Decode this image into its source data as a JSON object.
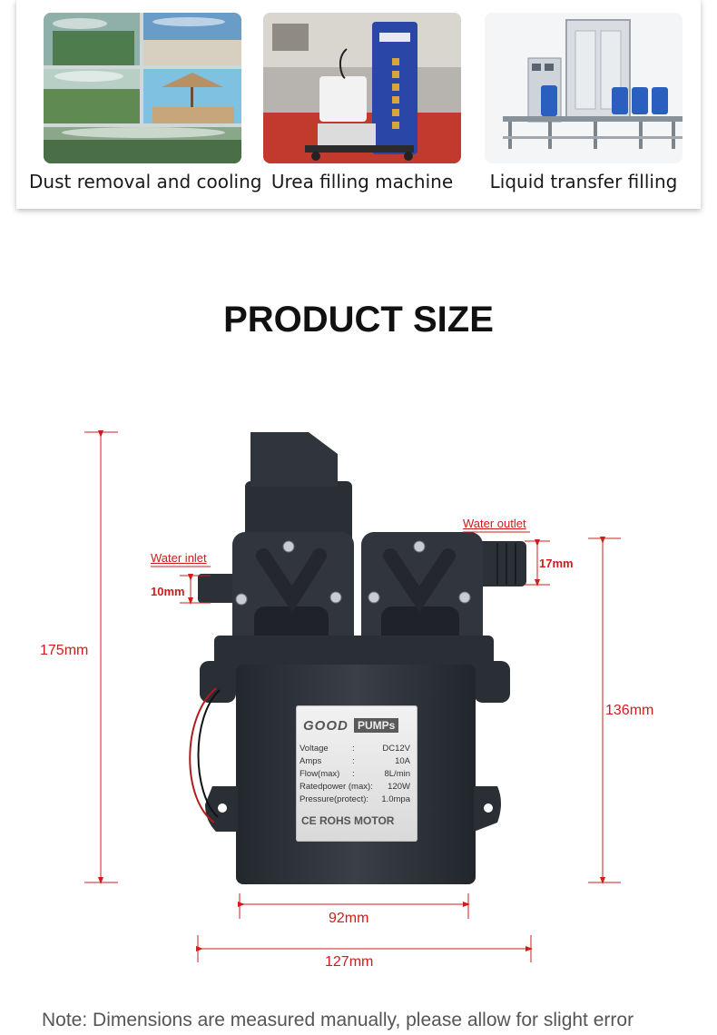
{
  "applications": [
    {
      "label": "Dust removal and cooling",
      "image": "mist-cooling-collage-photo"
    },
    {
      "label": "Urea filling machine",
      "image": "urea-filling-cart-photo"
    },
    {
      "label": "Liquid transfer filling",
      "image": "liquid-transfer-station-photo"
    }
  ],
  "heading": "PRODUCT SIZE",
  "dimensions": {
    "total_height": "175mm",
    "body_height": "136mm",
    "body_width": "92mm",
    "total_width": "127mm",
    "inlet_diameter": "10mm",
    "outlet_diameter": "17mm"
  },
  "ports": {
    "inlet": "Water inlet",
    "outlet": "Water outlet"
  },
  "plate": {
    "brand_left": "GOOD",
    "brand_right": "PUMPs",
    "specs": [
      {
        "key": "Voltage",
        "sep": ":",
        "value": "DC12V"
      },
      {
        "key": "Amps",
        "sep": ":",
        "value": "10A"
      },
      {
        "key": "Flow(max)",
        "sep": ":",
        "value": "8L/min"
      },
      {
        "key": "Ratedpower (max):",
        "sep": "",
        "value": "120W"
      },
      {
        "key": "Pressure(protect):",
        "sep": "",
        "value": "1.0mpa"
      }
    ],
    "cert": "CE ROHS MOTOR"
  },
  "note": "Note: Dimensions are measured manually, please allow for slight error",
  "colors": {
    "dimension": "#d11c1c",
    "pump_body": "#2e323a"
  }
}
